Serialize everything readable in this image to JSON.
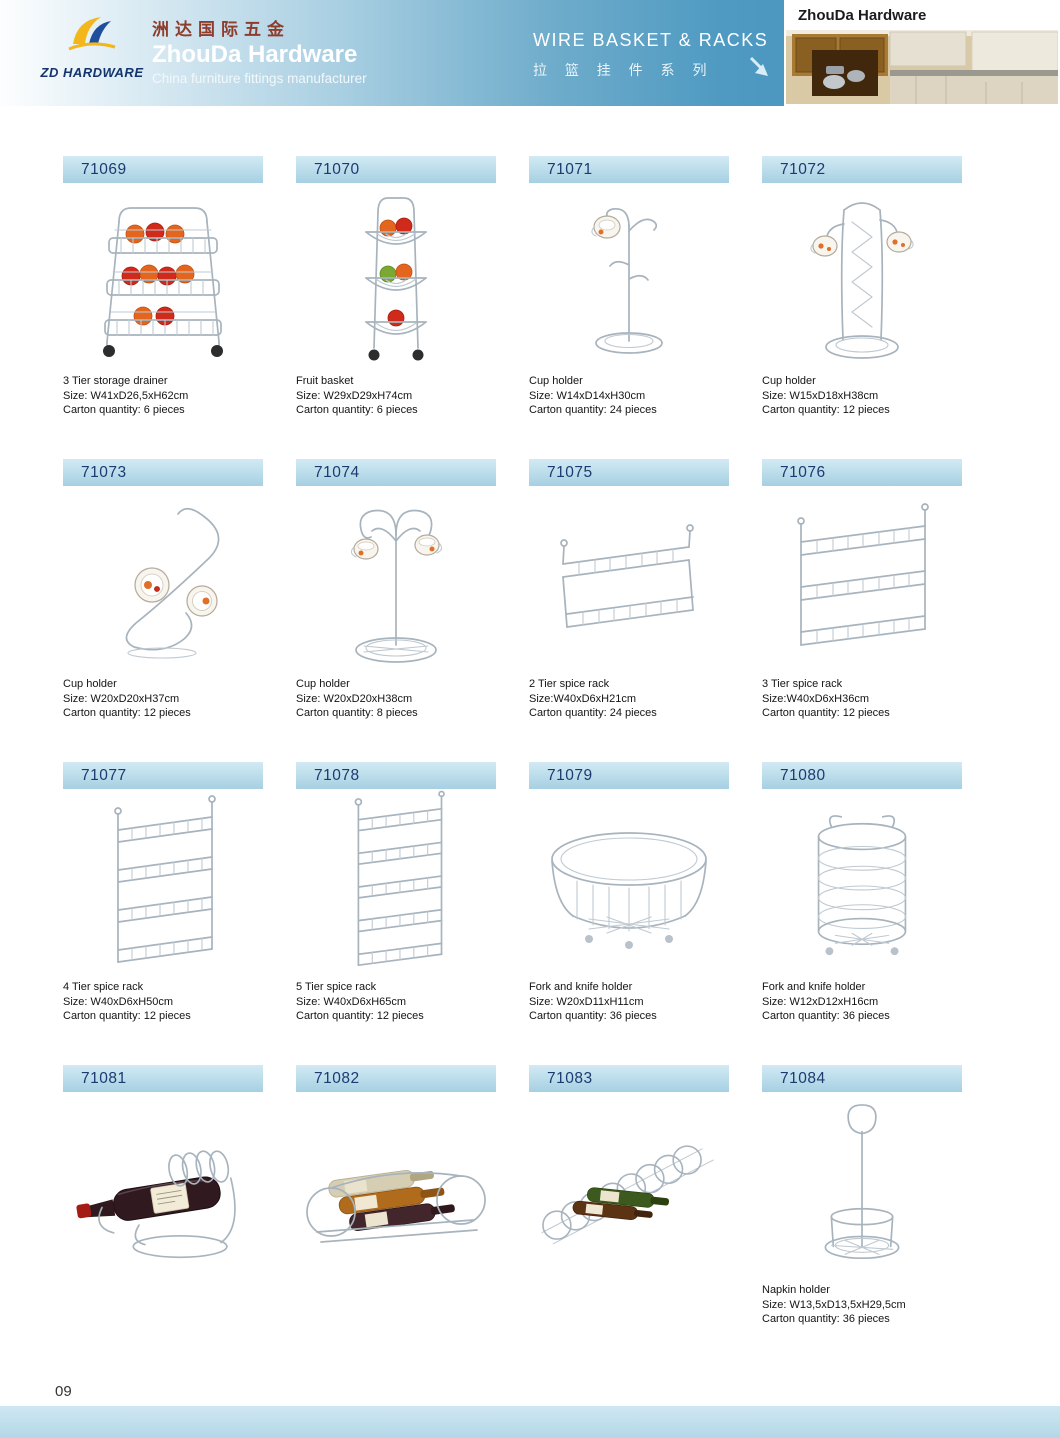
{
  "header": {
    "logo_text": "ZD HARDWARE",
    "brand_cn": "洲达国际五金",
    "brand_en": "ZhouDa Hardware",
    "tagline": "China furniture fittings manufacturer",
    "category_en": "WIRE BASKET & RACKS",
    "category_cn": "拉 篮 挂 件 系 列",
    "corner_title": "ZhouDa Hardware"
  },
  "colors": {
    "header_blue": "#4a96bf",
    "code_bar_blue": "#aed3e4",
    "code_text": "#1c3a70",
    "footer_blue": "#c5e0ec"
  },
  "products": [
    {
      "code": "71069",
      "name": "3 Tier storage drainer",
      "size": "Size: W41xD26,5xH62cm",
      "carton": "Carton quantity: 6 pieces"
    },
    {
      "code": "71070",
      "name": "Fruit basket",
      "size": "Size: W29xD29xH74cm",
      "carton": "Carton quantity: 6 pieces"
    },
    {
      "code": "71071",
      "name": "Cup holder",
      "size": "Size: W14xD14xH30cm",
      "carton": "Carton quantity: 24 pieces"
    },
    {
      "code": "71072",
      "name": "Cup holder",
      "size": "Size: W15xD18xH38cm",
      "carton": "Carton quantity: 12 pieces"
    },
    {
      "code": "71073",
      "name": "Cup holder",
      "size": "Size: W20xD20xH37cm",
      "carton": "Carton quantity: 12 pieces"
    },
    {
      "code": "71074",
      "name": "Cup holder",
      "size": "Size: W20xD20xH38cm",
      "carton": "Carton quantity: 8 pieces"
    },
    {
      "code": "71075",
      "name": "2 Tier spice rack",
      "size": "Size:W40xD6xH21cm",
      "carton": "Carton quantity: 24 pieces"
    },
    {
      "code": "71076",
      "name": "3 Tier spice rack",
      "size": "Size:W40xD6xH36cm",
      "carton": "Carton quantity: 12 pieces"
    },
    {
      "code": "71077",
      "name": "4 Tier spice rack",
      "size": "Size: W40xD6xH50cm",
      "carton": "Carton quantity: 12 pieces"
    },
    {
      "code": "71078",
      "name": "5 Tier spice rack",
      "size": "Size: W40xD6xH65cm",
      "carton": "Carton quantity: 12 pieces"
    },
    {
      "code": "71079",
      "name": "Fork and knife holder",
      "size": "Size: W20xD11xH11cm",
      "carton": "Carton quantity: 36 pieces"
    },
    {
      "code": "71080",
      "name": "Fork and knife holder",
      "size": "Size: W12xD12xH16cm",
      "carton": "Carton quantity: 36 pieces"
    },
    {
      "code": "71081",
      "name": "",
      "size": "",
      "carton": ""
    },
    {
      "code": "71082",
      "name": "",
      "size": "",
      "carton": ""
    },
    {
      "code": "71083",
      "name": "",
      "size": "",
      "carton": ""
    },
    {
      "code": "71084",
      "name": "Napkin holder",
      "size": "Size: W13,5xD13,5xH29,5cm",
      "carton": "Carton quantity: 36 pieces"
    }
  ],
  "footer": {
    "page_number": "09"
  }
}
